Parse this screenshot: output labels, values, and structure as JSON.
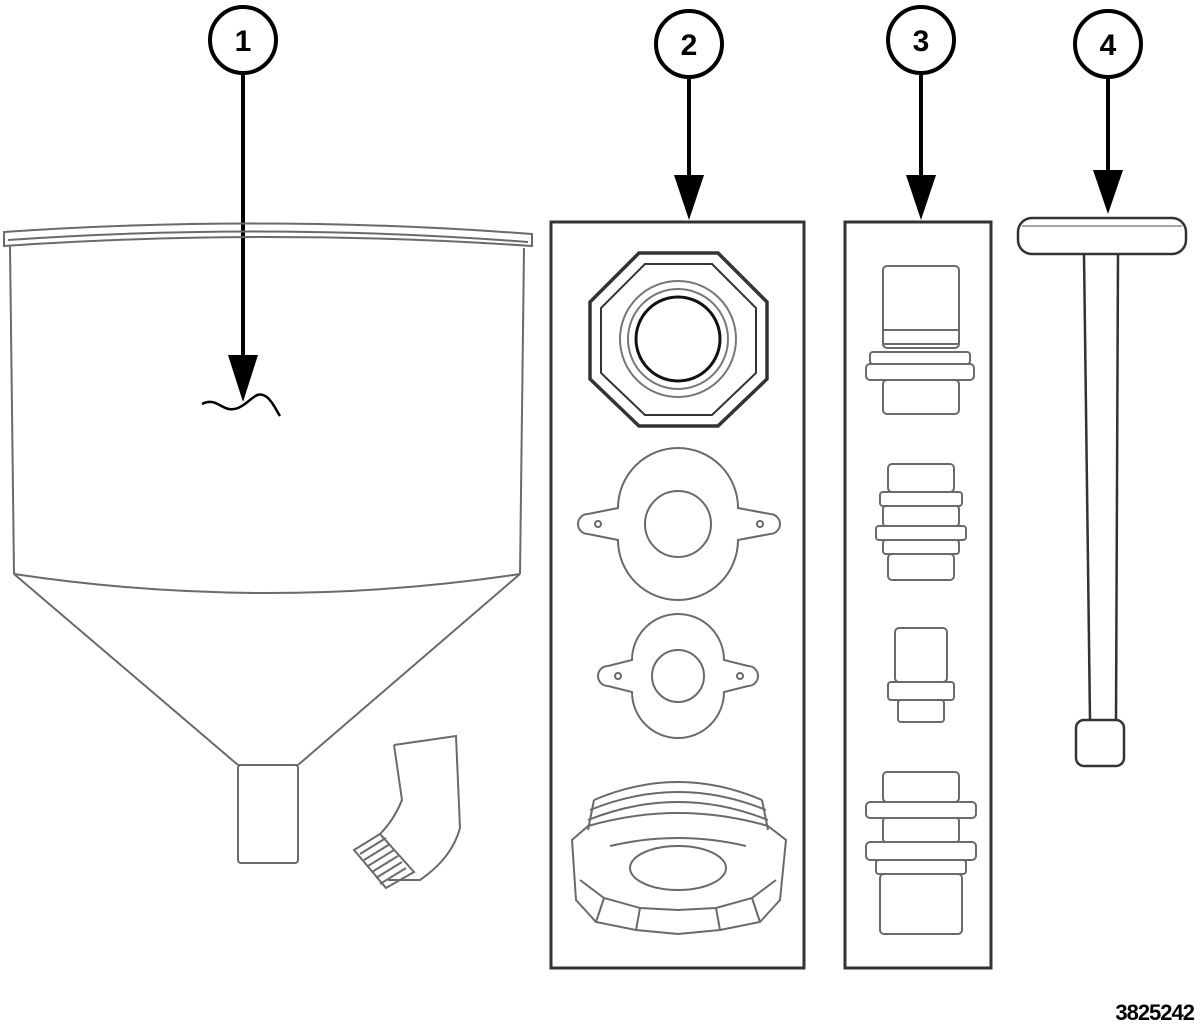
{
  "callouts": {
    "c1": "1",
    "c2": "2",
    "c3": "3",
    "c4": "4"
  },
  "figure_id": "3825242",
  "colors": {
    "line": "#000000",
    "part": "#6a6a6a",
    "background": "#ffffff"
  }
}
